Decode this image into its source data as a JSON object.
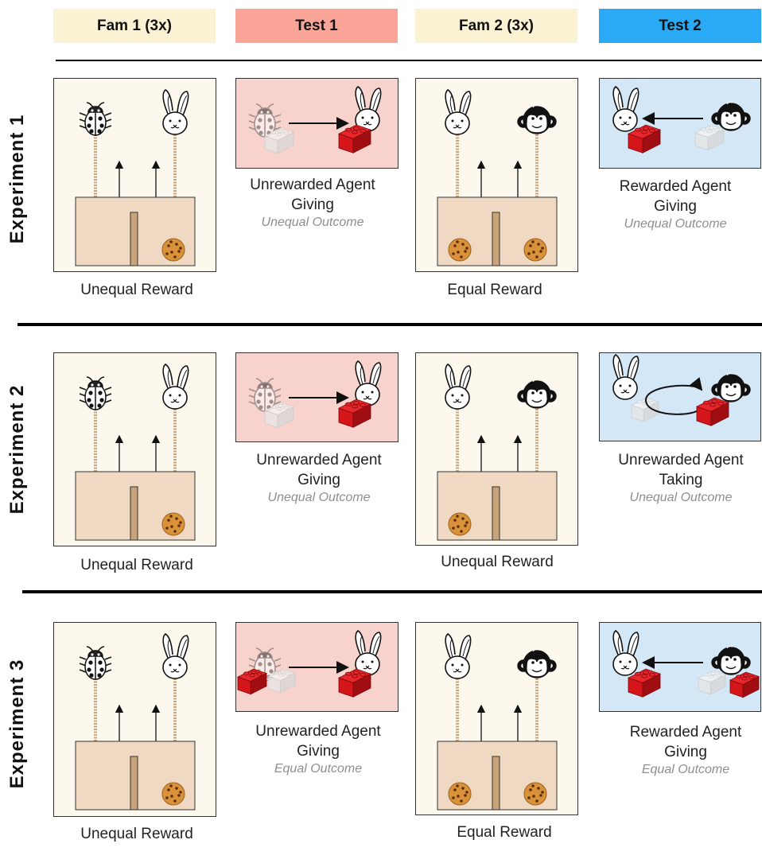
{
  "columns": [
    {
      "label": "Fam 1 (3x)",
      "color": "#fbf1d3"
    },
    {
      "label": "Test 1",
      "color": "#f9a497"
    },
    {
      "label": "Fam 2 (3x)",
      "color": "#fbf1d3"
    },
    {
      "label": "Test 2",
      "color": "#2aaaf4"
    }
  ],
  "experiments": [
    {
      "label": "Experiment 1",
      "fam1_caption": "Unequal Reward",
      "test1": {
        "line1": "Unrewarded Agent",
        "line2": "Giving",
        "outcome": "Unequal Outcome"
      },
      "fam2_caption": "Equal Reward",
      "test2": {
        "line1": "Rewarded Agent",
        "line2": "Giving",
        "outcome": "Unequal Outcome"
      }
    },
    {
      "label": "Experiment 2",
      "fam1_caption": "Unequal Reward",
      "test1": {
        "line1": "Unrewarded Agent",
        "line2": "Giving",
        "outcome": "Unequal Outcome"
      },
      "fam2_caption": "Unequal Reward",
      "test2": {
        "line1": "Unrewarded Agent",
        "line2": "Taking",
        "outcome": "Unequal Outcome"
      }
    },
    {
      "label": "Experiment 3",
      "fam1_caption": "Unequal Reward",
      "test1": {
        "line1": "Unrewarded Agent",
        "line2": "Giving",
        "outcome": "Equal Outcome"
      },
      "fam2_caption": "Equal Reward",
      "test2": {
        "line1": "Rewarded Agent",
        "line2": "Giving",
        "outcome": "Equal Outcome"
      }
    }
  ],
  "icons": {
    "agents": [
      "ladybug-icon",
      "bunny-icon",
      "monkey-icon"
    ],
    "objects": [
      "lego-block-icon",
      "cookie-icon",
      "rope-icon",
      "box-icon"
    ]
  },
  "colors": {
    "block_red": "#d4151a",
    "block_ghost": "#e4e4e4",
    "cookie": "#d9923a",
    "box": "#efd9c3",
    "rope": "#c9a47c"
  }
}
